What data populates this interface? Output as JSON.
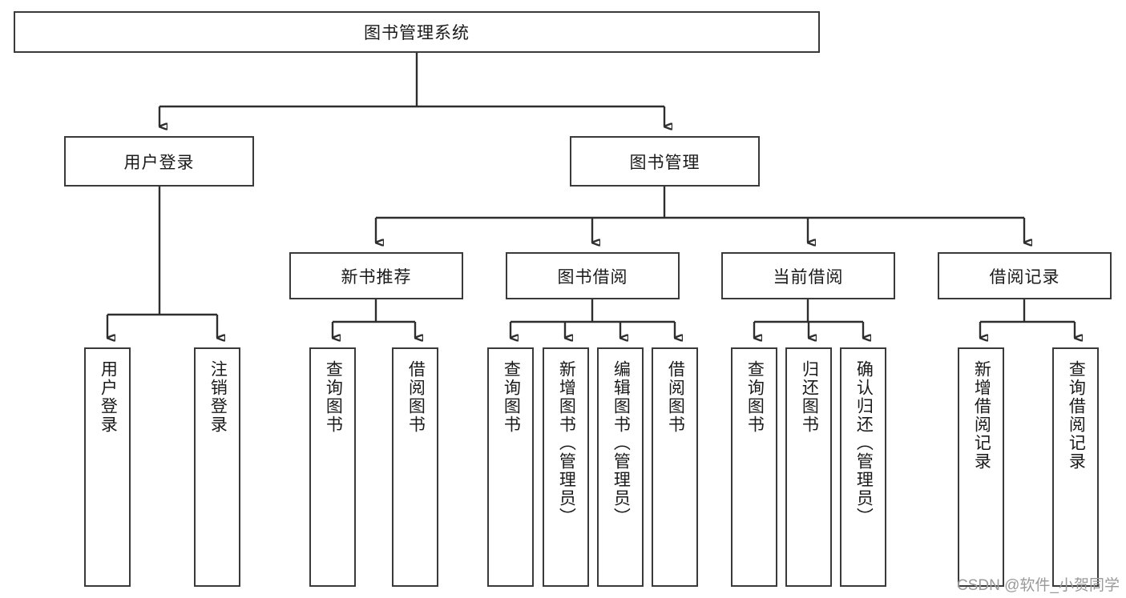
{
  "diagram": {
    "title": "图书管理系统",
    "type": "tree-hierarchy-diagram",
    "watermark": "CSDN @软件_小贺同学",
    "colors": {
      "box_border": "#3a3a3a",
      "box_fill": "#ffffff",
      "connector": "#2e2e2e",
      "text": "#1a1a1a",
      "watermark": "#9a9a9a",
      "background": "#ffffff"
    }
  },
  "nodes": {
    "root": {
      "label": "图书管理系统"
    },
    "level2": [
      {
        "id": "user-login",
        "label": "用户登录"
      },
      {
        "id": "book-manage",
        "label": "图书管理"
      }
    ],
    "level3": [
      {
        "id": "new-book-recommend",
        "label": "新书推荐"
      },
      {
        "id": "book-borrow",
        "label": "图书借阅"
      },
      {
        "id": "current-borrow",
        "label": "当前借阅"
      },
      {
        "id": "borrow-record",
        "label": "借阅记录"
      }
    ],
    "leaves": {
      "user_login": [
        {
          "id": "leaf-user-login",
          "label": "用户登录"
        },
        {
          "id": "leaf-logout-login",
          "label": "注销登录"
        }
      ],
      "new_book_recommend": [
        {
          "id": "leaf-query-book-1",
          "label": "查询图书"
        },
        {
          "id": "leaf-borrow-book-1",
          "label": "借阅图书"
        }
      ],
      "book_borrow": [
        {
          "id": "leaf-query-book-2",
          "label": "查询图书"
        },
        {
          "id": "leaf-add-book",
          "label": "新增图书（管理员）"
        },
        {
          "id": "leaf-edit-book",
          "label": "编辑图书（管理员）"
        },
        {
          "id": "leaf-borrow-book-2",
          "label": "借阅图书"
        }
      ],
      "current_borrow": [
        {
          "id": "leaf-query-book-3",
          "label": "查询图书"
        },
        {
          "id": "leaf-return-book",
          "label": "归还图书"
        },
        {
          "id": "leaf-confirm-return",
          "label": "确认归还（管理员）"
        }
      ],
      "borrow_record": [
        {
          "id": "leaf-add-record",
          "label": "新增借阅记录"
        },
        {
          "id": "leaf-query-record",
          "label": "查询借阅记录"
        }
      ]
    }
  }
}
